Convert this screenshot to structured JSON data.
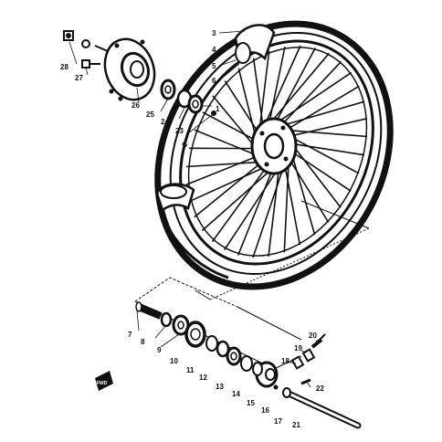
{
  "diagram": {
    "callouts": [
      {
        "id": "1",
        "text": "1"
      },
      {
        "id": "2",
        "text": "2"
      },
      {
        "id": "3",
        "text": "3"
      },
      {
        "id": "4",
        "text": "4"
      },
      {
        "id": "5",
        "text": "5"
      },
      {
        "id": "6",
        "text": "6"
      },
      {
        "id": "7",
        "text": "7"
      },
      {
        "id": "8",
        "text": "8"
      },
      {
        "id": "9",
        "text": "9"
      },
      {
        "id": "10",
        "text": "10"
      },
      {
        "id": "11",
        "text": "11"
      },
      {
        "id": "12",
        "text": "12"
      },
      {
        "id": "13",
        "text": "13"
      },
      {
        "id": "14",
        "text": "14"
      },
      {
        "id": "15",
        "text": "15"
      },
      {
        "id": "16",
        "text": "16"
      },
      {
        "id": "17",
        "text": "17"
      },
      {
        "id": "18",
        "text": "18"
      },
      {
        "id": "19",
        "text": "19"
      },
      {
        "id": "20",
        "text": "20"
      },
      {
        "id": "21",
        "text": "21"
      },
      {
        "id": "22",
        "text": "22"
      },
      {
        "id": "23",
        "text": "23"
      },
      {
        "id": "24",
        "text": "24"
      },
      {
        "id": "25",
        "text": "25"
      },
      {
        "id": "26",
        "text": "26"
      },
      {
        "id": "27",
        "text": "27"
      },
      {
        "id": "28",
        "text": "28"
      }
    ],
    "badge_text": "FWD"
  }
}
